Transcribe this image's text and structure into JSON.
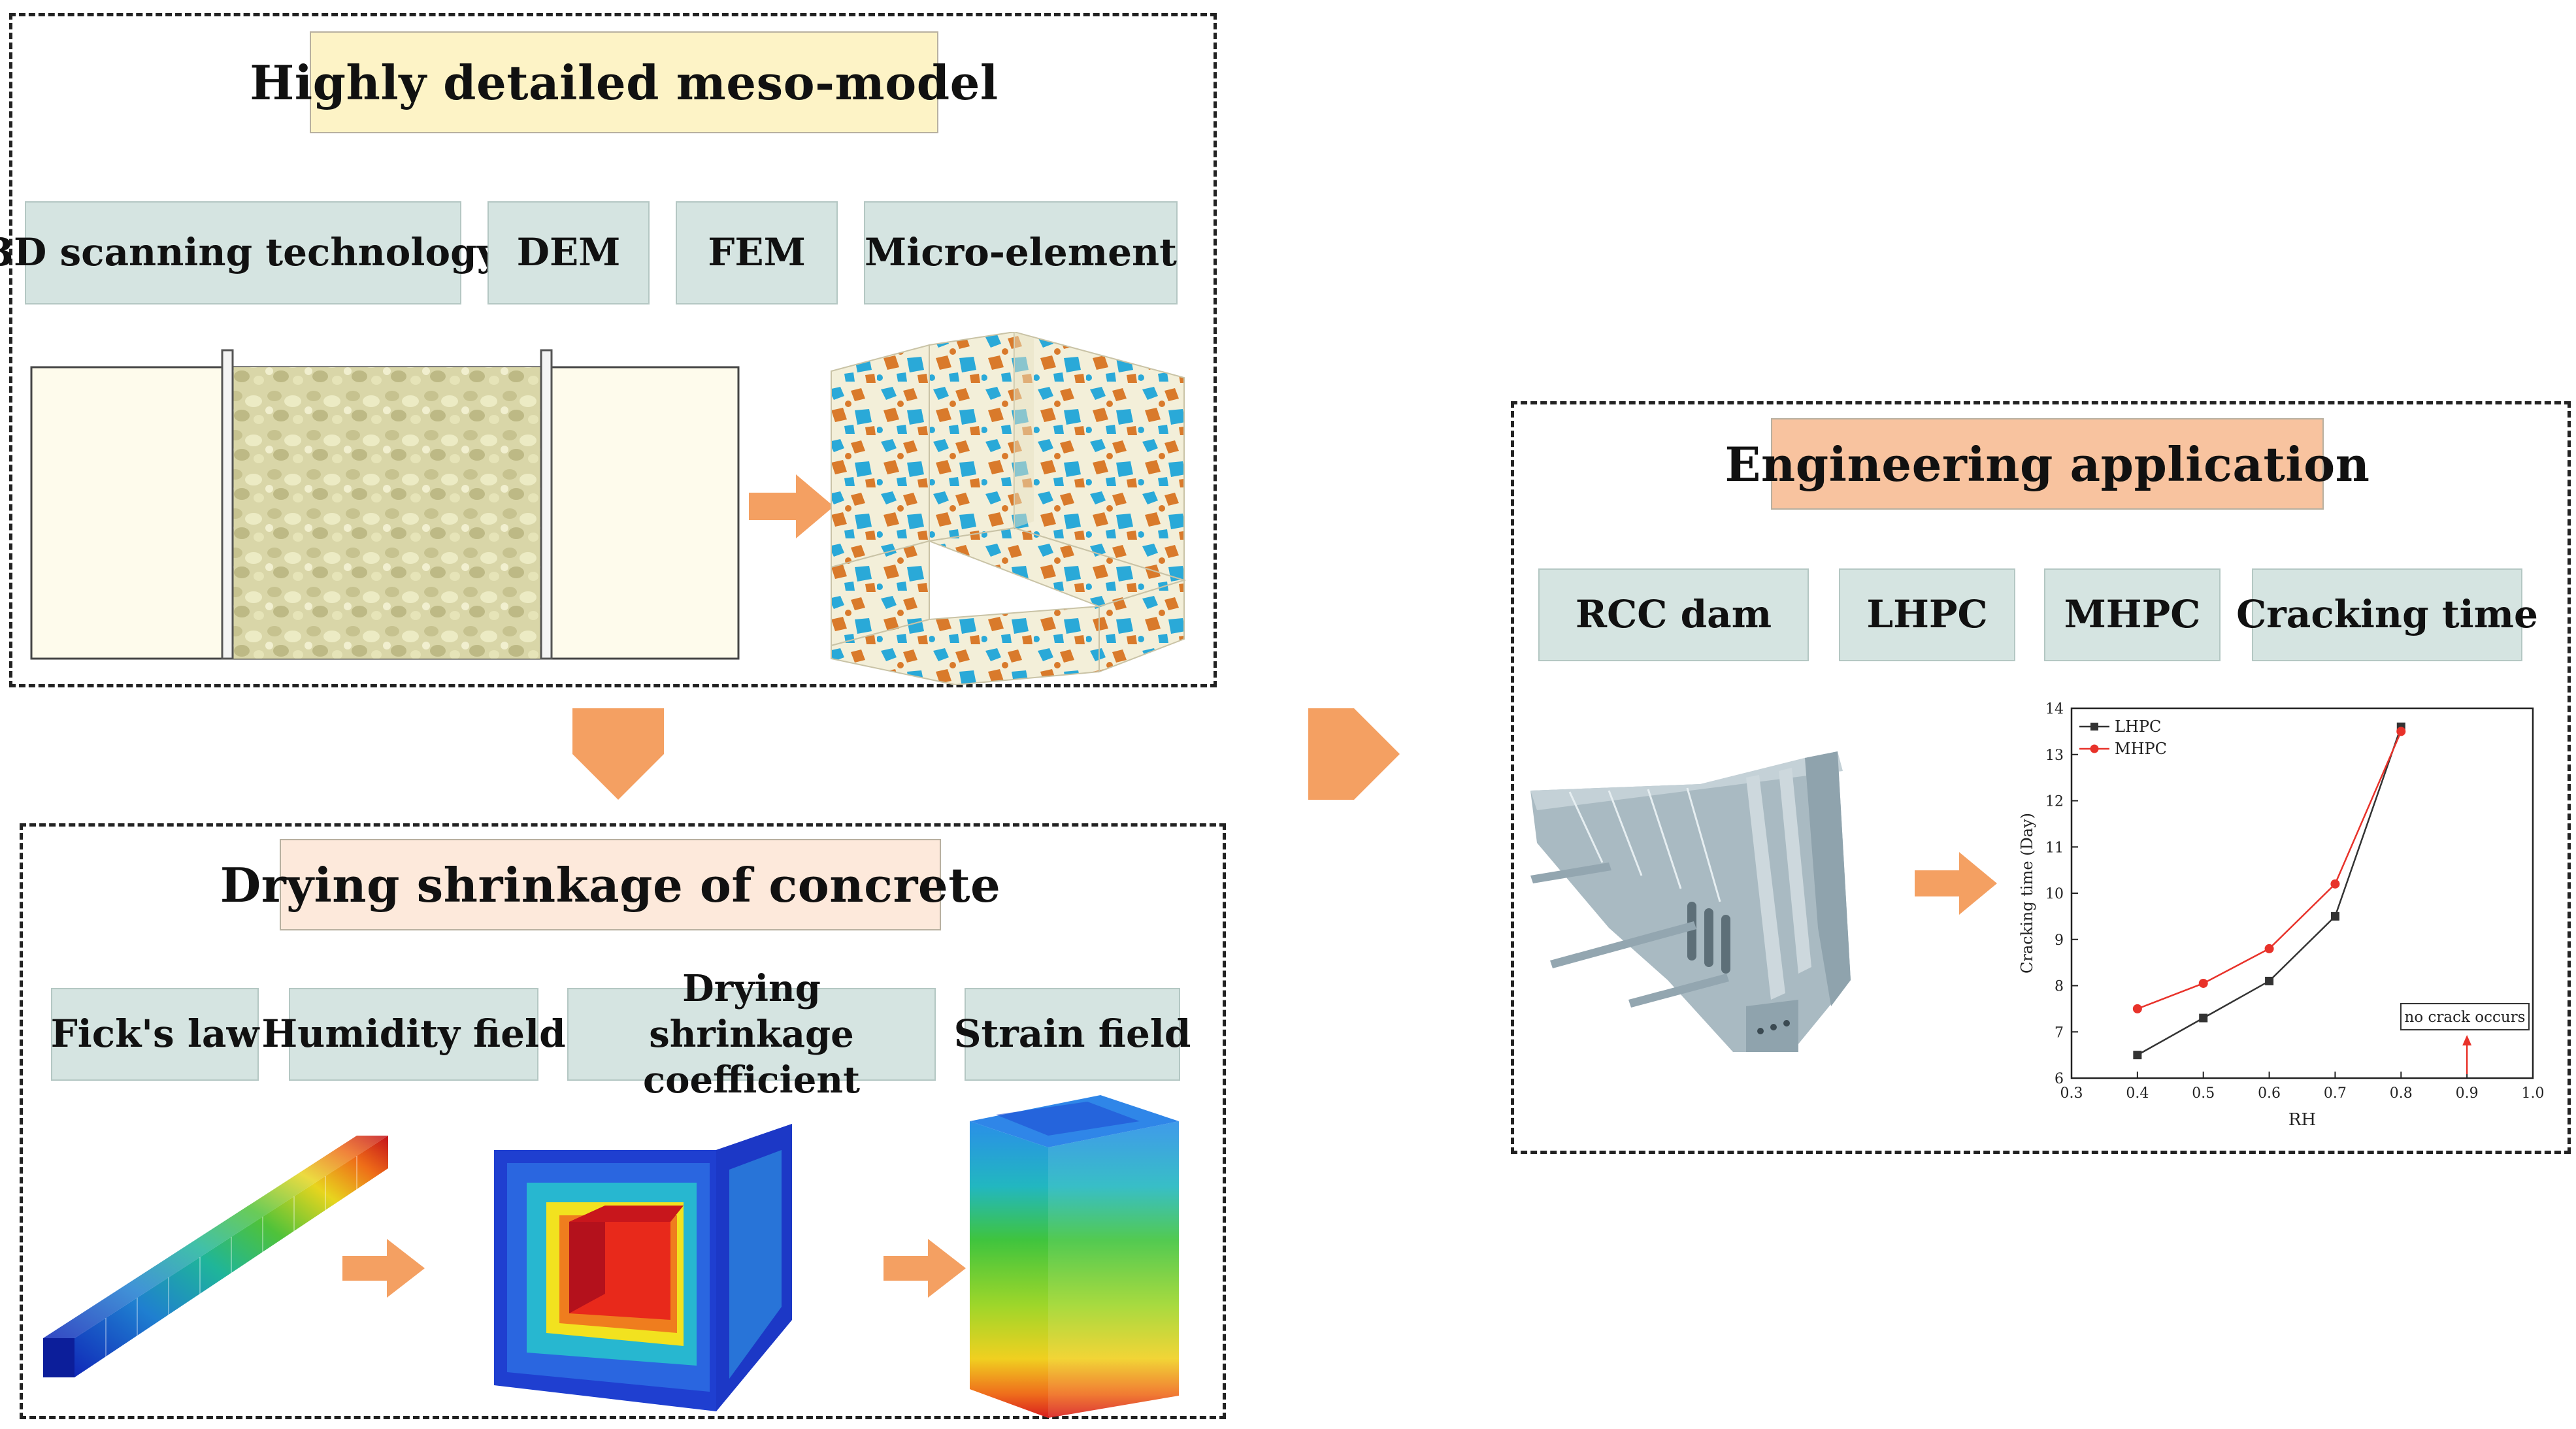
{
  "panels": {
    "meso": {
      "title": "Highly detailed meso-model",
      "methods": [
        "3D scanning technology",
        "DEM",
        "FEM",
        "Micro-element"
      ]
    },
    "drying": {
      "title": "Drying shrinkage of concrete",
      "topics": [
        "Fick's law",
        "Humidity field",
        "Drying shrinkage coefficient",
        "Strain field"
      ]
    },
    "engineering": {
      "title": "Engineering application",
      "items": [
        "RCC dam",
        "LHPC",
        "MHPC",
        "Cracking time"
      ]
    }
  },
  "colors": {
    "meso_title_bg": "#fdf3c6",
    "drying_title_bg": "#fde9db",
    "engineering_title_bg": "#f8c39f",
    "chip_bg": "#d5e4e1",
    "arrow": "#f4a062",
    "lhpc_series": "#333333",
    "mhpc_series": "#e8322a"
  },
  "chart_data": {
    "type": "line",
    "xlabel": "RH",
    "ylabel": "Cracking time (Day)",
    "xlim": [
      0.3,
      1.0
    ],
    "ylim": [
      6,
      14
    ],
    "xticks": [
      "0.3",
      "0.4",
      "0.5",
      "0.6",
      "0.7",
      "0.8",
      "0.9",
      "1.0"
    ],
    "yticks": [
      "6",
      "7",
      "8",
      "9",
      "10",
      "11",
      "12",
      "13",
      "14"
    ],
    "series": [
      {
        "name": "LHPC",
        "marker": "square",
        "x": [
          0.4,
          0.5,
          0.6,
          0.7,
          0.8
        ],
        "values": [
          6.5,
          7.3,
          8.1,
          9.5,
          13.6
        ]
      },
      {
        "name": "MHPC",
        "marker": "circle",
        "x": [
          0.4,
          0.5,
          0.6,
          0.7,
          0.8
        ],
        "values": [
          7.5,
          8.05,
          8.8,
          10.2,
          13.5
        ]
      }
    ],
    "annotation": {
      "text": "no crack occurs",
      "x": 0.9
    },
    "legend": "top-left",
    "grid": false
  }
}
